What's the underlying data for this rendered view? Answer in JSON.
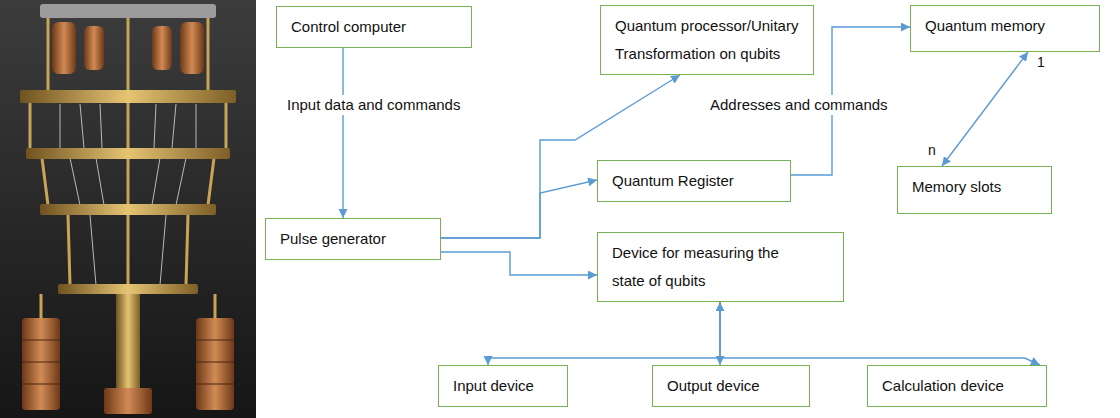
{
  "diagram": {
    "nodes": [
      {
        "text": [
          "Control computer"
        ]
      },
      {
        "text": [
          "Quantum processor/Unitary Transformation on qubits"
        ]
      },
      {
        "text": [
          "Quantum memory"
        ]
      },
      {
        "text": [
          "Quantum Register"
        ]
      },
      {
        "text": [
          "Memory slots"
        ]
      },
      {
        "text": [
          "Pulse generator"
        ]
      },
      {
        "text": [
          "Device for measuring the state of qubits"
        ]
      },
      {
        "text": [
          "Input device"
        ]
      },
      {
        "text": [
          "Output device"
        ]
      },
      {
        "text": [
          "Calculation device"
        ]
      }
    ],
    "edges": [
      {
        "from": 0,
        "to": 5,
        "label": "Input data and commands",
        "arrow": "to"
      },
      {
        "from": 5,
        "to": 1,
        "arrow": "to"
      },
      {
        "from": 5,
        "to": 3,
        "arrow": "to"
      },
      {
        "from": 3,
        "to": 2,
        "label": "Addresses and commands",
        "arrow": "to"
      },
      {
        "from": 2,
        "to": 4,
        "arrow": "both"
      },
      {
        "from": 5,
        "to": 6,
        "arrow": "to"
      },
      {
        "from": 6,
        "to": 7,
        "arrow": "to"
      },
      {
        "from": 6,
        "to": 8,
        "arrow": "both"
      },
      {
        "from": 6,
        "to": 9,
        "arrow": "to"
      }
    ],
    "labels": [
      "1",
      "n"
    ]
  }
}
